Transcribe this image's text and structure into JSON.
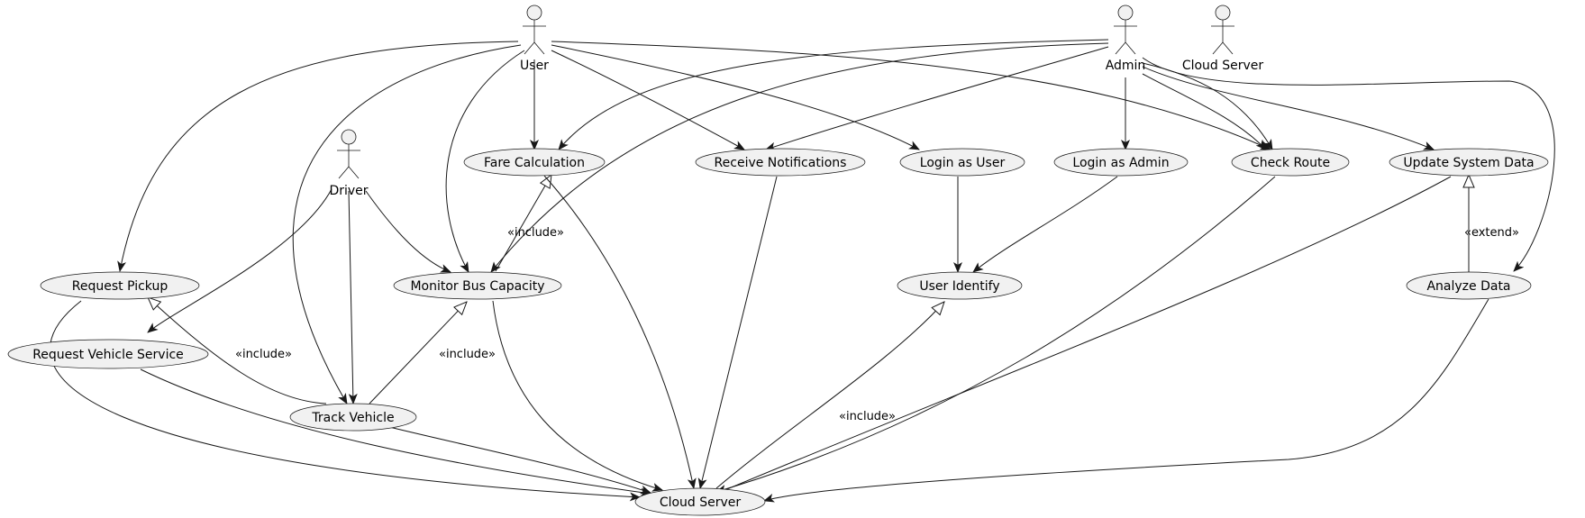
{
  "diagram": {
    "actors": {
      "user": "User",
      "driver": "Driver",
      "admin": "Admin",
      "cloud": "Cloud Server"
    },
    "usecases": {
      "fare": "Fare Calculation",
      "notif": "Receive Notifications",
      "loginuser": "Login as User",
      "loginadmin": "Login as Admin",
      "checkroute": "Check Route",
      "updatesys": "Update System Data",
      "pickup": "Request Pickup",
      "monitor": "Monitor Bus Capacity",
      "identify": "User Identify",
      "analyze": "Analyze Data",
      "vehicleservice": "Request Vehicle Service",
      "track": "Track Vehicle",
      "cloudsrv": "Cloud Server"
    },
    "edge_labels": {
      "monitor_fare": "«include»",
      "track_pickup": "«include»",
      "track_monitor": "«include»",
      "cloud_identify": "«include»",
      "analyze_update": "«extend»"
    }
  }
}
